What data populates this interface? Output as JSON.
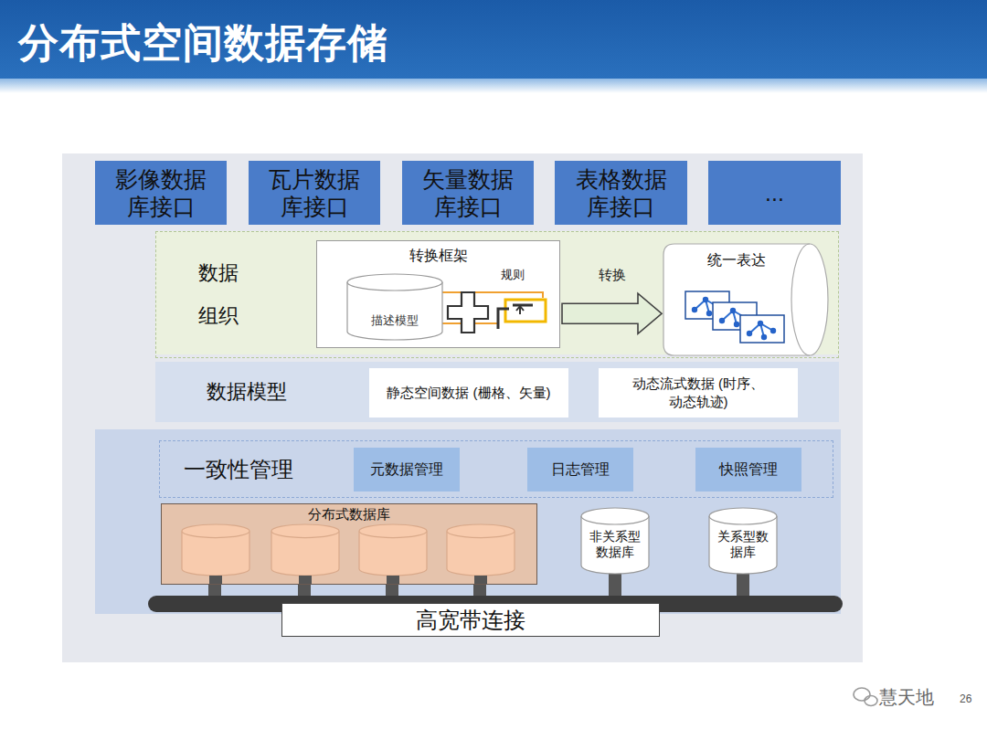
{
  "diagram": {
    "title": "分布式空间数据存储",
    "nodes": [
      {
        "text": [
          "影像数据库接口"
        ]
      },
      {
        "text": [
          "瓦片数据库接口"
        ]
      },
      {
        "text": [
          "矢量数据库接口"
        ]
      },
      {
        "text": [
          "表格数据库接口"
        ]
      },
      {
        "text": [
          "..."
        ]
      },
      {
        "text": [
          "数据 组织"
        ]
      },
      {
        "text": [
          "转换框架"
        ],
        "in": 5
      },
      {
        "text": [
          "描述模型"
        ],
        "in": 6
      },
      {
        "text": [
          "统一表达"
        ],
        "in": 5
      },
      {
        "text": [
          "数据模型"
        ]
      },
      {
        "text": [
          "静态空间数据 (栅格、矢量)"
        ],
        "in": 9
      },
      {
        "text": [
          "动态流式数据 (时序、动态轨迹)"
        ],
        "in": 9
      },
      {
        "text": [
          "一致性管理"
        ]
      },
      {
        "text": [
          "元数据管理"
        ],
        "in": 12
      },
      {
        "text": [
          "日志管理"
        ],
        "in": 12
      },
      {
        "text": [
          "快照管理"
        ],
        "in": 12
      },
      {
        "text": [
          "分布式数据库"
        ]
      },
      {
        "text": [
          "非关系型数据库"
        ]
      },
      {
        "text": [
          "关系型数据库"
        ]
      },
      {
        "text": [
          "高宽带连接"
        ]
      }
    ],
    "edges": [
      {
        "from": 6,
        "to": 8,
        "label": "转换",
        "arrow": "to"
      }
    ],
    "labels": [
      "规则",
      "慧天地",
      "26"
    ]
  }
}
